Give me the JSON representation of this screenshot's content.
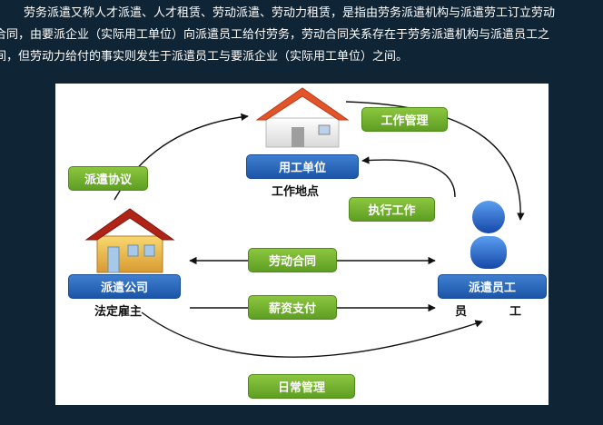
{
  "intro": {
    "line1": "劳务派遣又称人才派遣、人才租赁、劳动派遣、劳动力租赁，是指由劳务派遣机构与派遣劳工订立劳动",
    "line2": "合同，由要派企业（实际用工单位）向派遣员工给付劳务，劳动合同关系存在于劳务派遣机构与派遣员工之",
    "line3": "间，但劳动力给付的事实则发生于派遣员工与要派企业（实际用工单位）之间。"
  },
  "diagram": {
    "employer": {
      "label": "用工单位",
      "caption": "工作地点"
    },
    "agency": {
      "label": "派遣公司",
      "caption": "法定雇主"
    },
    "worker": {
      "label": "派遣员工",
      "caption_a": "员",
      "caption_b": "工"
    },
    "links": {
      "dispatch_agreement": "派遣协议",
      "work_management": "工作管理",
      "perform_work": "执行工作",
      "labor_contract": "劳动合同",
      "salary_payment": "薪资支付",
      "daily_management": "日常管理"
    }
  },
  "colors": {
    "background": "#0f2434",
    "green_label": "#6aab2b",
    "blue_label": "#1f5cb0",
    "roof": "#e2552a",
    "agency_roof": "#b02418",
    "house_wall_agency": "#f0c050",
    "person": "#1f62c8"
  }
}
